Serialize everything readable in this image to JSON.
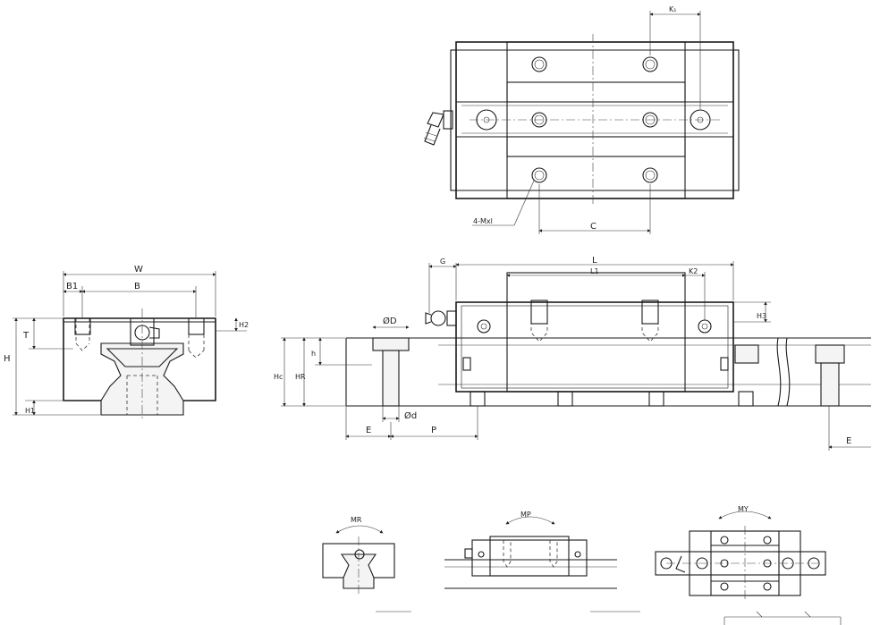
{
  "labels": {
    "top": {
      "k1": "K₁",
      "c": "C",
      "mxl": "4-Mxl"
    },
    "end": {
      "w": "W",
      "b1": "B1",
      "b": "B",
      "h": "H",
      "t": "T",
      "h2": "H2",
      "h1": "H1"
    },
    "side": {
      "g": "G",
      "l": "L",
      "l1": "L1",
      "k2": "K2",
      "h3": "H3",
      "phi_d_big": "ØD",
      "phi_d_small": "Ød",
      "hc": "Hc",
      "hr": "HR",
      "h_small": "h",
      "e_left": "E",
      "p": "P",
      "e_right": "E"
    },
    "moments": {
      "mr": "MR",
      "mp": "MP",
      "my": "MY"
    }
  }
}
